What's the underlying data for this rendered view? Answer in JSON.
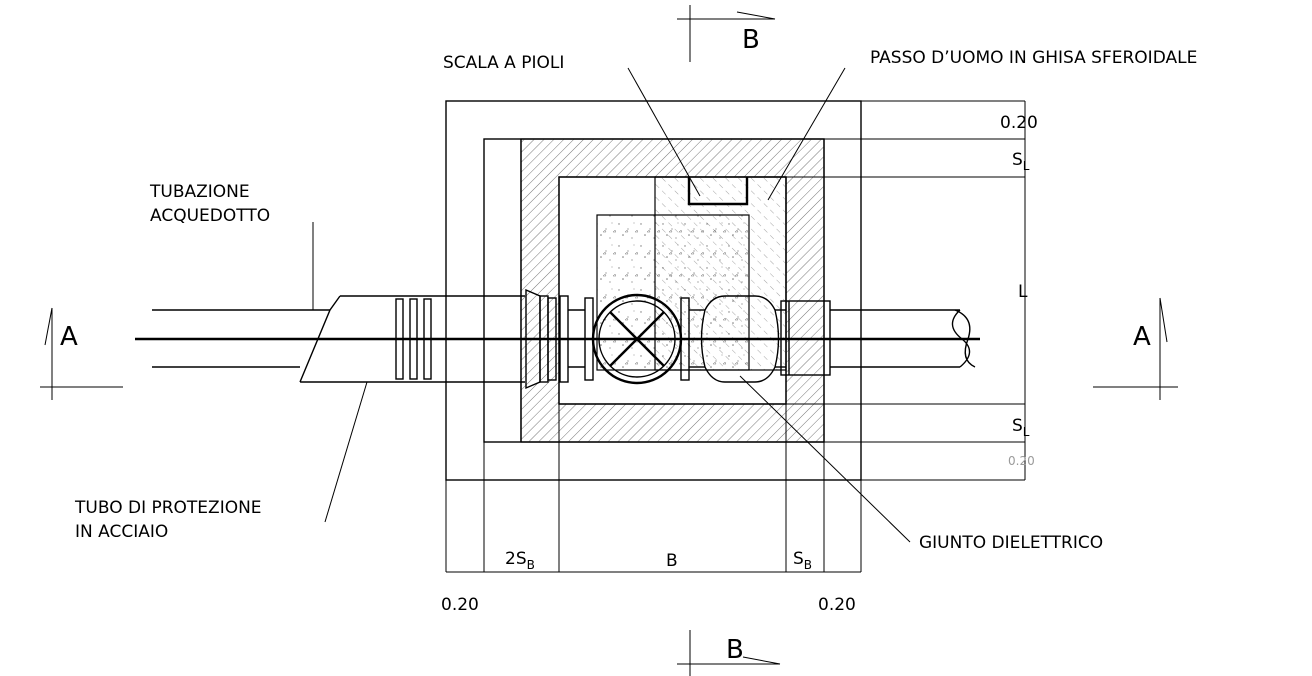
{
  "labels": {
    "ladder": "SCALA A PIOLI",
    "manhole": "PASSO D’UOMO IN GHISA SFEROIDALE",
    "pipeline_line1": "TUBAZIONE",
    "pipeline_line2": "ACQUEDOTTO",
    "sleeve_line1": "TUBO DI PROTEZIONE",
    "sleeve_line2": "IN ACCIAIO",
    "dielectric_joint": "GIUNTO DIELETTRICO"
  },
  "section_marks": {
    "a": "A",
    "b": "B"
  },
  "dimensions": {
    "wall_thickness": "0.20",
    "wall_thickness_bottom": "0.20",
    "s_letter": "S",
    "s_l_sub": "L",
    "s_b_sub": "B",
    "two_s_prefix": "2S",
    "length": "L",
    "width": "B"
  },
  "colors": {
    "line": "#000000",
    "faint_text": "#9a9a9a"
  }
}
